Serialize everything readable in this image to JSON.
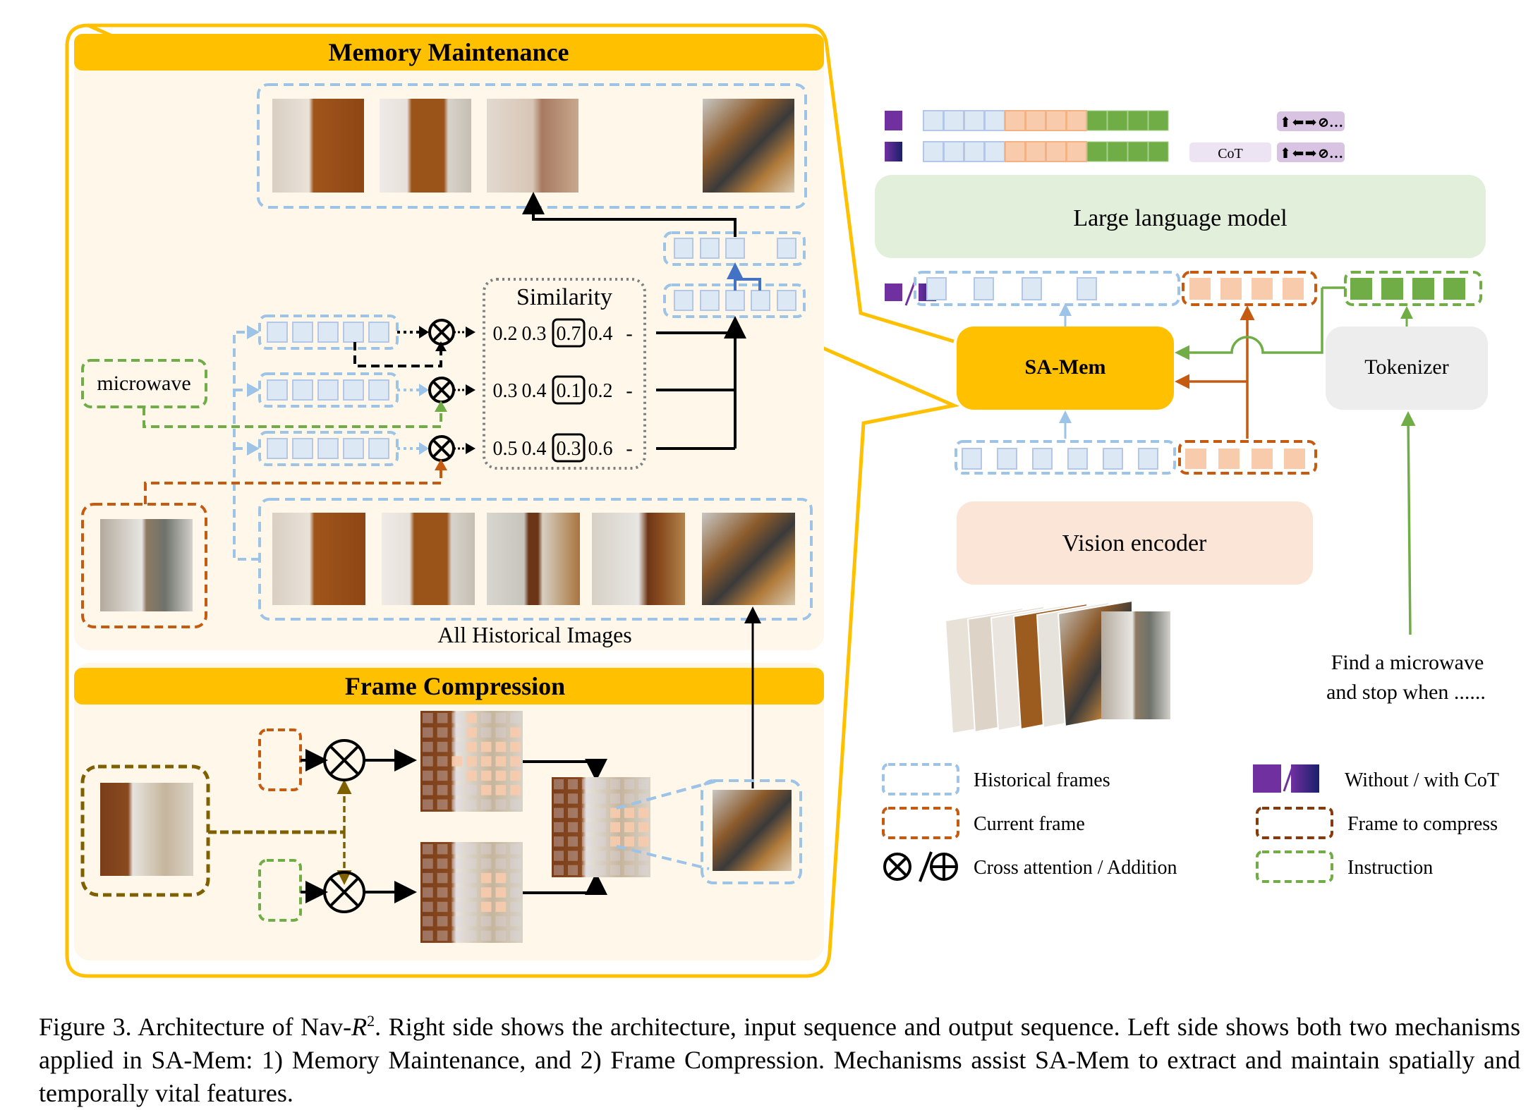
{
  "memory_maintenance": {
    "title": "Memory Maintenance",
    "instruction_keyword": "microwave",
    "similarity_title": "Similarity",
    "similarity_rows": [
      {
        "values": [
          "0.2",
          "0.3",
          "0.7",
          "0.4"
        ],
        "highlighted": "0.7",
        "trailing": "-"
      },
      {
        "values": [
          "0.3",
          "0.4",
          "0.1",
          "0.2"
        ],
        "highlighted": "0.1",
        "trailing": "-"
      },
      {
        "values": [
          "0.5",
          "0.4",
          "0.3",
          "0.6"
        ],
        "highlighted": "0.3",
        "trailing": "-"
      }
    ],
    "all_historical_label": "All Historical Images"
  },
  "frame_compression": {
    "title": "Frame Compression"
  },
  "architecture": {
    "output_rows": [
      {
        "token_type": "without-cot",
        "cot_label": null,
        "actions": [
          "up-arrow",
          "left-arrow",
          "right-arrow",
          "stop",
          "..."
        ]
      },
      {
        "token_type": "with-cot",
        "cot_label": "CoT",
        "actions": [
          "up-arrow",
          "left-arrow",
          "right-arrow",
          "stop",
          "..."
        ]
      }
    ],
    "llm_label": "Large language model",
    "sa_mem_label": "SA-Mem",
    "tokenizer_label": "Tokenizer",
    "vision_encoder_label": "Vision encoder",
    "instruction_text_line1": "Find a microwave",
    "instruction_text_line2": "and stop when ......"
  },
  "legend": {
    "items": [
      {
        "label": "Historical frames",
        "swatch": "dashed-box",
        "color": "#9dc3e6"
      },
      {
        "label": "Current frame",
        "swatch": "dashed-box",
        "color": "#c55a11"
      },
      {
        "label": "Cross attention  /  Addition",
        "swatch": "otimes-oplus",
        "color": "#000000"
      },
      {
        "label": "Without / with CoT",
        "swatch": "purple-gradient",
        "color": "#7030a0"
      },
      {
        "label": "Frame to compress",
        "swatch": "dashed-box",
        "color": "#843c0c"
      },
      {
        "label": "Instruction",
        "swatch": "dashed-box",
        "color": "#70ad47"
      }
    ]
  },
  "caption": {
    "prefix": "Figure 3.  Architecture of Nav-",
    "math_symbol": "R",
    "math_sup": "2",
    "rest": ".  Right side shows the architecture, input sequence and output sequence.  Left side shows both two mechanisms applied in SA-Mem:  1) Memory Maintenance, and 2) Frame Compression.  Mechanisms assist SA-Mem to extract and maintain spatially and temporally vital features."
  },
  "colors": {
    "gold": "#ffc000",
    "panel_bg": "#fff8ea",
    "historical_blue": "#9dc3e6",
    "token_blue_fill": "#dde8f5",
    "current_orange": "#c55a11",
    "token_orange_fill": "#f8cbad",
    "instruction_green": "#70ad47",
    "compress_brown": "#7f6000",
    "purple": "#7030a0",
    "navy": "#1f1f6e",
    "llm_bg": "#e2efda",
    "vision_bg": "#fbe5d6",
    "tokenizer_bg": "#ededed",
    "action_bg": "#d9c3e3",
    "cot_bg": "#ece3f3"
  }
}
